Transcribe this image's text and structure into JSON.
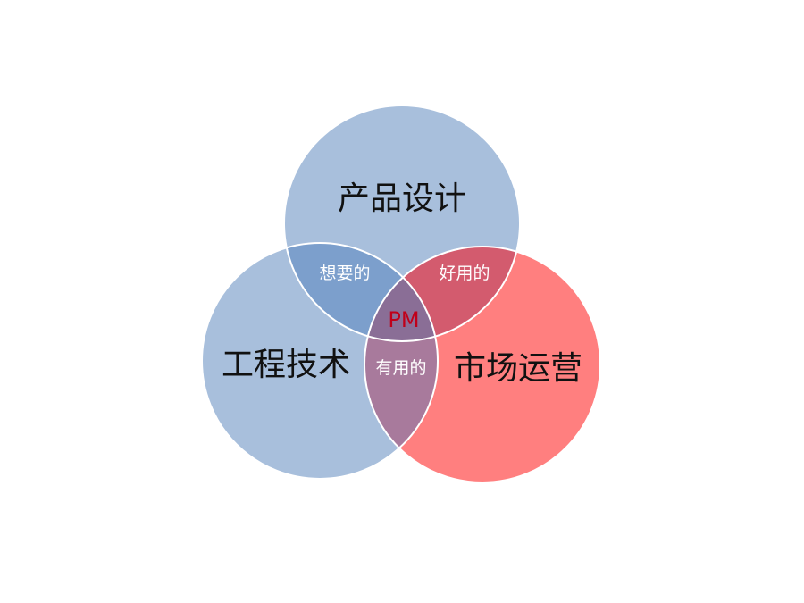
{
  "diagram": {
    "circles": [
      {
        "label": "产品设计",
        "color": "#a8bfdc"
      },
      {
        "label": "工程技术",
        "color": "#a8bfdc"
      },
      {
        "label": "市场运营",
        "color": "#ff7f7f"
      }
    ],
    "overlaps": {
      "design_tech": "想要的",
      "design_market": "好用的",
      "tech_market": "有用的",
      "center": "PM"
    },
    "colors": {
      "overlap_design_tech": "#7c9fcc",
      "overlap_design_market": "#d35b6e",
      "overlap_tech_market": "#a87a9c",
      "overlap_center": "#8a6e96",
      "center_text": "#c0001a",
      "border": "#ffffff"
    }
  }
}
